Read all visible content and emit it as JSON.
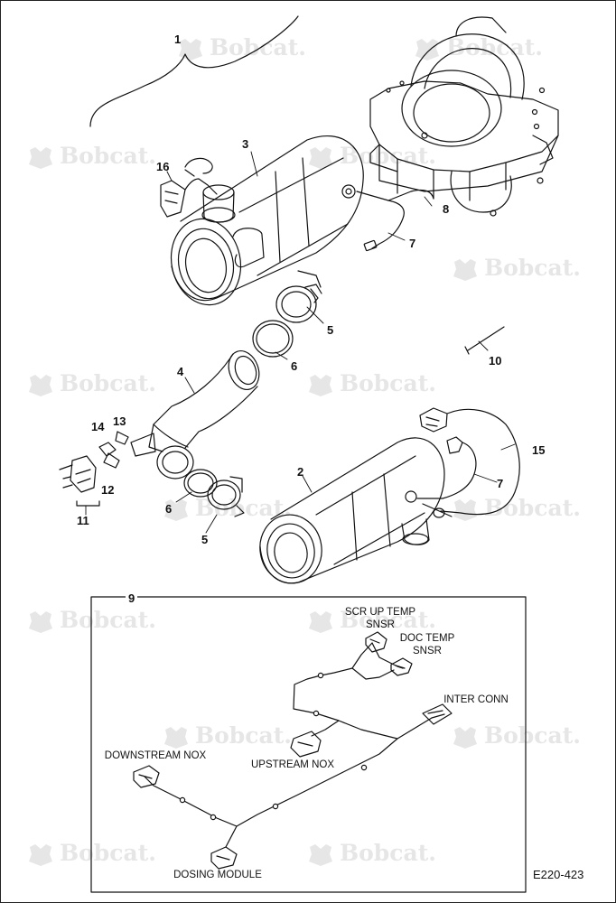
{
  "watermark": {
    "text": "Bobcat."
  },
  "callouts": {
    "c1": "1",
    "c2": "2",
    "c3": "3",
    "c4": "4",
    "c5a": "5",
    "c5b": "5",
    "c6a": "6",
    "c6b": "6",
    "c7a": "7",
    "c7b": "7",
    "c8": "8",
    "c9": "9",
    "c10": "10",
    "c11": "11",
    "c12": "12",
    "c13": "13",
    "c14": "14",
    "c15": "15",
    "c16": "16"
  },
  "harness": {
    "scr_up_temp_l1": "SCR UP TEMP",
    "scr_up_temp_l2": "SNSR",
    "doc_temp_l1": "DOC TEMP",
    "doc_temp_l2": "SNSR",
    "inter_conn": "INTER CONN",
    "downstream_nox": "DOWNSTREAM NOX",
    "upstream_nox": "UPSTREAM NOX",
    "dosing_module": "DOSING MODULE"
  },
  "figure_code": "E220-423"
}
